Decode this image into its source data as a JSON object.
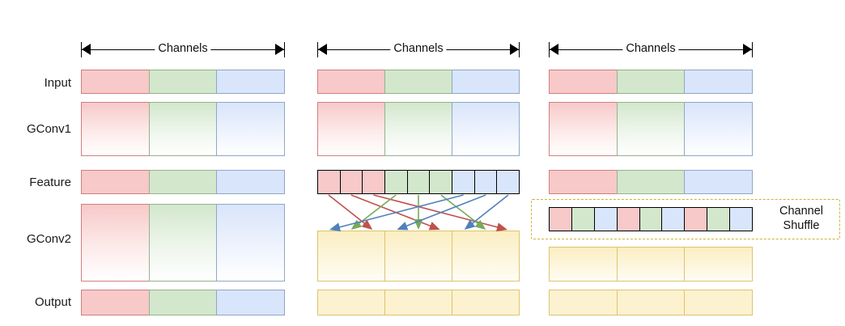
{
  "figure": {
    "title": "",
    "background": "#ffffff"
  },
  "row_labels": [
    {
      "key": "input",
      "label": "Input"
    },
    {
      "key": "gconv1",
      "label": "GConv1"
    },
    {
      "key": "feature",
      "label": "Feature"
    },
    {
      "key": "gconv2",
      "label": "GConv2"
    },
    {
      "key": "output",
      "label": "Output"
    }
  ],
  "columns": [
    {
      "key": "col-a",
      "header": "Channels"
    },
    {
      "key": "col-b",
      "header": "Channels"
    },
    {
      "key": "col-c",
      "header": "Channels"
    }
  ],
  "colors": {
    "red_fill": "#f7c9c9",
    "red_stroke": "#cf7f7f",
    "green_fill": "#d3e7cd",
    "green_stroke": "#93b488",
    "blue_fill": "#d9e5fa",
    "blue_stroke": "#8fa7c6",
    "yellow_fill": "#fdf2cf",
    "yellow_stroke": "#dcc471",
    "shuffle_dash": "#cdb43a",
    "arrow_red": "#c0504d",
    "arrow_green": "#77ab59",
    "arrow_blue": "#4f81bd",
    "axis": "#000000"
  },
  "groups": {
    "count": 3,
    "names": [
      "group-red",
      "group-green",
      "group-blue"
    ],
    "channels_per_group": 3
  },
  "feature_subcells": {
    "col-a": [
      "red",
      "green",
      "blue"
    ],
    "col-b": [
      "red",
      "red",
      "red",
      "green",
      "green",
      "green",
      "blue",
      "blue",
      "blue"
    ],
    "col-c": [
      "red",
      "green",
      "blue"
    ]
  },
  "shuffle": {
    "label": "Channel\nShuffle",
    "cells": [
      "red",
      "green",
      "blue",
      "red",
      "green",
      "blue",
      "red",
      "green",
      "blue"
    ]
  },
  "arrow_map": {
    "description": "Feature sub-channel to GConv2 group routing in middle column",
    "links": [
      {
        "from": 0,
        "to_group": 0,
        "color": "red"
      },
      {
        "from": 1,
        "to_group": 1,
        "color": "red"
      },
      {
        "from": 2,
        "to_group": 2,
        "color": "red"
      },
      {
        "from": 3,
        "to_group": 0,
        "color": "green"
      },
      {
        "from": 4,
        "to_group": 1,
        "color": "green"
      },
      {
        "from": 5,
        "to_group": 2,
        "color": "green"
      },
      {
        "from": 6,
        "to_group": 0,
        "color": "blue"
      },
      {
        "from": 7,
        "to_group": 1,
        "color": "blue"
      },
      {
        "from": 8,
        "to_group": 2,
        "color": "blue"
      }
    ]
  }
}
